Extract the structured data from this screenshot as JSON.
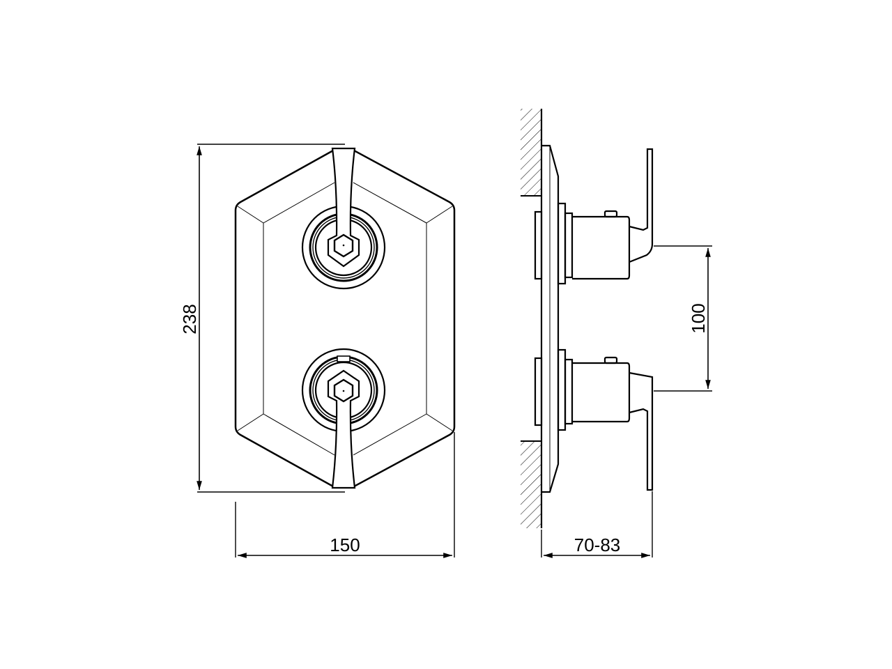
{
  "drawing": {
    "type": "technical-drawing",
    "subject": "thermostatic shower mixer trim plate with two lever handles",
    "views": [
      {
        "name": "front-view",
        "description": "elongated hexagonal plate with two round escutcheons and lever handles"
      },
      {
        "name": "side-view",
        "description": "profile mounted against hatched wall"
      }
    ]
  },
  "dimensions": {
    "height": {
      "label": "238",
      "orientation": "vertical"
    },
    "width": {
      "label": "150",
      "orientation": "horizontal"
    },
    "depth": {
      "label": "70-83",
      "orientation": "horizontal"
    },
    "center_distance": {
      "label": "100",
      "orientation": "vertical"
    }
  },
  "colors": {
    "line": "#000000",
    "background": "#ffffff"
  }
}
